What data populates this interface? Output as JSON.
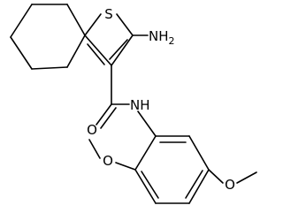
{
  "structure": {
    "atoms": {
      "sulfur": "S",
      "amino_n": "NH",
      "amino_sub": "2",
      "carbonyl_o": "O",
      "amide_n": "N",
      "amide_h": "H",
      "methoxy_o1": "O",
      "methoxy_o2": "O"
    }
  },
  "colors": {
    "bond": "#000000",
    "background": "#ffffff"
  }
}
